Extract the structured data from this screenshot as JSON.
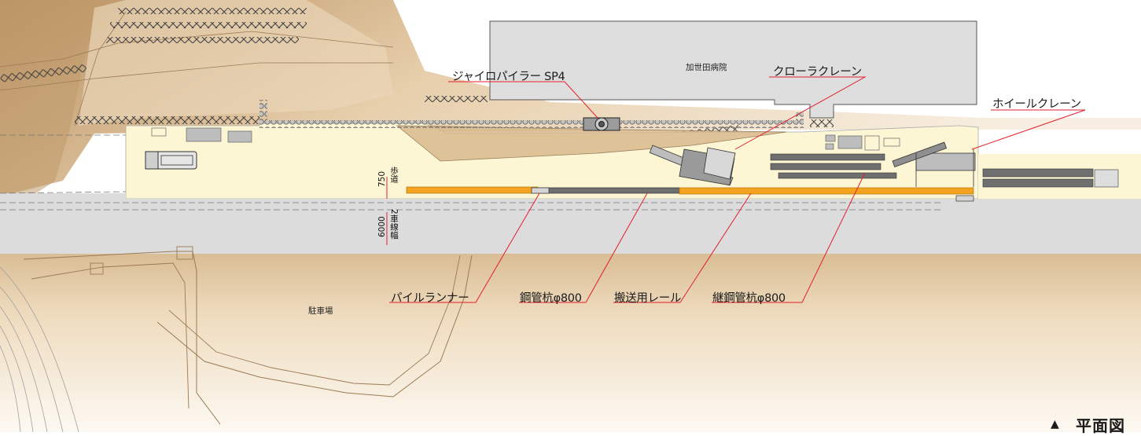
{
  "labels": {
    "gyro_piler": "ジャイロパイラー SP4",
    "hospital": "加世田病院",
    "crawler_crane": "クローラクレーン",
    "wheel_crane": "ホイールクレーン",
    "pile_runner": "パイルランナー",
    "steel_pipe_pile": "鋼管杭φ800",
    "transport_rail": "搬送用レール",
    "joint_pipe_pile": "継鋼管杭φ800",
    "parking": "駐車場",
    "sidewalk_dim": "750",
    "sidewalk": "歩道",
    "road_dim": "6000",
    "road": "2車線幅",
    "title": "平面図",
    "title_symbol": "▲"
  },
  "colors": {
    "ground_light": "#f3e5cf",
    "ground_dark": "#b99366",
    "work_area": "#fcf6d5",
    "road": "#dcdcdc",
    "building": "#dedede",
    "orange_pile": "#f3a320",
    "grey_pile": "#6f6f6f",
    "leader": "#e2202c",
    "pile_circle": "#bcbcbc"
  }
}
